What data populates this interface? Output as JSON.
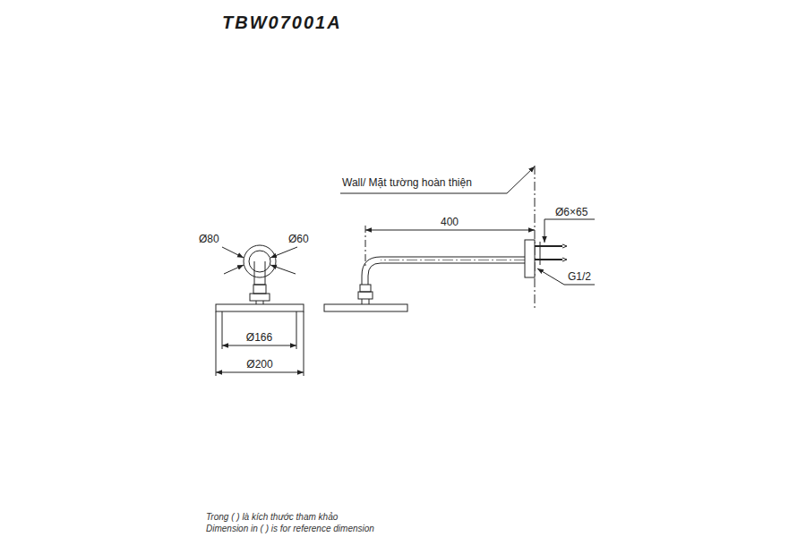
{
  "diagram": {
    "title": "TBW07001A",
    "labels": [
      "Wall/ Mặt tường hoàn thiện",
      "400",
      "Ø6×65",
      "G1/2",
      "Ø80",
      "Ø60",
      "Ø166",
      "Ø200",
      "Trong ( ) là kích thước tham khảo",
      "Dimension in ( ) is for reference dimension"
    ]
  }
}
